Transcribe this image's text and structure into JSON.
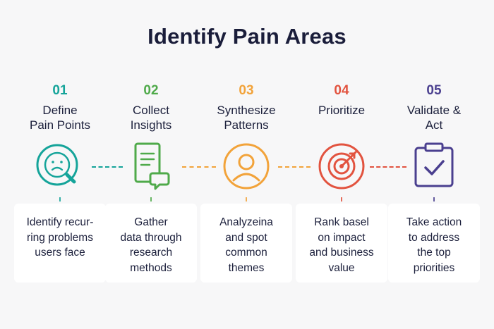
{
  "title": "Identify Pain Areas",
  "steps": [
    {
      "number": "01",
      "label": "Define\nPain Points",
      "description": "Identify recur-\nring problems\nusers face",
      "color": "#15a49a",
      "icon": "sad-face-magnifier-icon"
    },
    {
      "number": "02",
      "label": "Collect\nInsights",
      "description": "Gather\ndata through\nresearch\nmethods",
      "color": "#4faa4a",
      "icon": "document-chat-icon"
    },
    {
      "number": "03",
      "label": "Synthesize\nPatterns",
      "description": "Analyzeina\nand spot\ncommon\nthemes",
      "color": "#f2a33a",
      "icon": "pattern-circle-icon"
    },
    {
      "number": "04",
      "label": "Prioritize",
      "description": "Rank basel\non impact\nand business\nvalue",
      "color": "#e2533f",
      "icon": "target-icon"
    },
    {
      "number": "05",
      "label": "Validate &\nAct",
      "description": "Take action\nto address\nthe top\npriorities",
      "color": "#4a3f8f",
      "icon": "clipboard-check-icon"
    }
  ],
  "connector_colors": [
    "#15a49a",
    "#f2a33a",
    "#f2a33a",
    "#e2533f"
  ]
}
